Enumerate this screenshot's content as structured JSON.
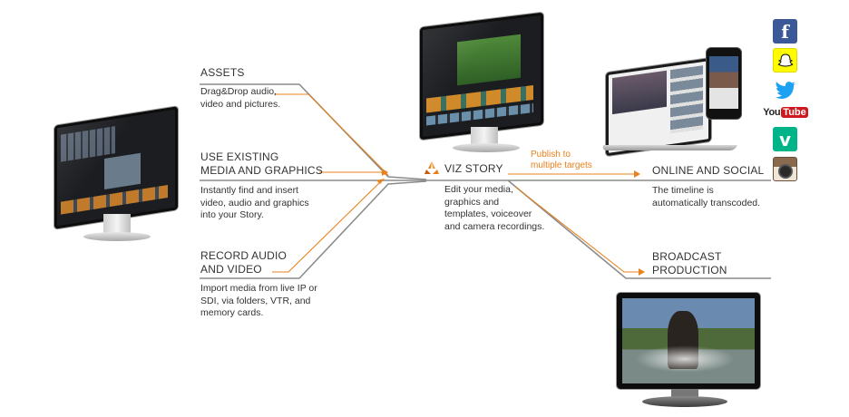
{
  "sources": [
    {
      "title_lines": [
        "ASSETS"
      ],
      "desc_lines": [
        "Drag&Drop audio,",
        "video and pictures."
      ]
    },
    {
      "title_lines": [
        "USE EXISTING",
        "MEDIA AND GRAPHICS"
      ],
      "desc_lines": [
        "Instantly find and insert",
        "video, audio and graphics",
        "into your Story."
      ]
    },
    {
      "title_lines": [
        "RECORD AUDIO",
        "AND VIDEO"
      ],
      "desc_lines": [
        "Import media from live IP or",
        "SDI, via folders, VTR, and",
        "memory cards."
      ]
    }
  ],
  "center": {
    "title": "VIZ STORY",
    "desc_lines": [
      "Edit your media,",
      "graphics and",
      "templates, voiceover",
      "and camera recordings."
    ]
  },
  "publish_label_lines": [
    "Publish to",
    "multiple targets"
  ],
  "targets": [
    {
      "title_lines": [
        "ONLINE AND SOCIAL"
      ],
      "desc_lines": [
        "The timeline is",
        "automatically transcoded."
      ]
    },
    {
      "title_lines": [
        "BROADCAST",
        "PRODUCTION"
      ],
      "desc_lines": []
    }
  ],
  "social_icons": [
    {
      "icon": "facebook-icon",
      "glyph": "f",
      "color": "#3b5998"
    },
    {
      "icon": "snapchat-icon",
      "glyph": "👻",
      "color": "#fffc00"
    },
    {
      "icon": "twitter-icon",
      "glyph": "🐦",
      "color": "#ffffff"
    },
    {
      "icon": "youtube-icon",
      "glyph": "YouTube",
      "color": "#cc181e"
    },
    {
      "icon": "vine-icon",
      "glyph": "v",
      "color": "#00b489"
    },
    {
      "icon": "instagram-icon",
      "glyph": "◎",
      "color": "#8a6a4f"
    }
  ],
  "colors": {
    "accent": "#e8821c",
    "line": "#8c8c8c"
  }
}
